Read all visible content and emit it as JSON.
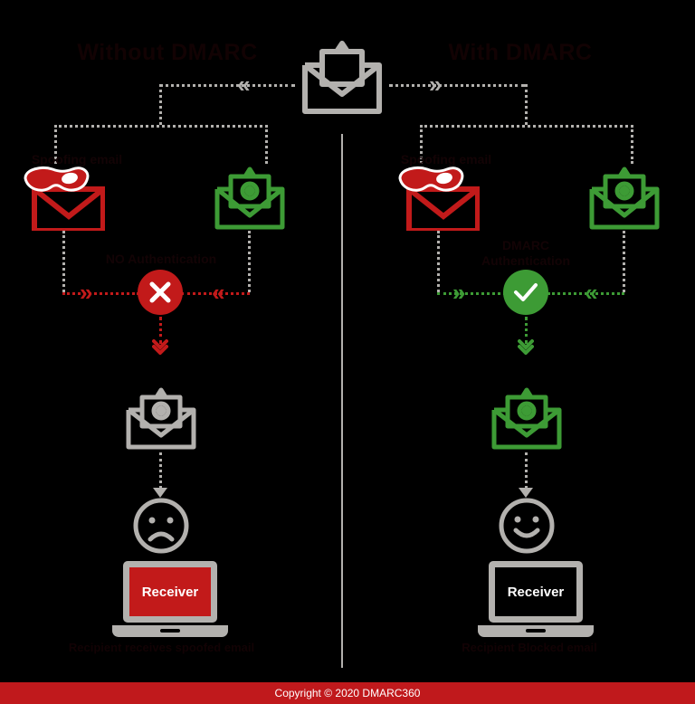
{
  "diagram": {
    "title_left": "Without DMARC",
    "title_right": "With DMARC",
    "left": {
      "spoof_label": "Spoofing email",
      "gate_label": "NO Authentication",
      "caption": "Recipient receives spoofed email",
      "receiver_label": "Receiver",
      "gate_icon": "cross-circle-icon",
      "face_icon": "sad-face-icon",
      "spoof_icon": "masked-envelope-icon",
      "legit_icon": "green-email-icon",
      "mid_icon": "gray-email-icon",
      "arrow_in": "»",
      "arrow_out": "«"
    },
    "right": {
      "spoof_label": "Spoofing email",
      "gate_label_line1": "DMARC",
      "gate_label_line2": "Authentication",
      "caption": "Recipient Blocked email",
      "receiver_label": "Receiver",
      "gate_icon": "check-circle-icon",
      "face_icon": "happy-face-icon",
      "spoof_icon": "masked-envelope-icon",
      "legit_icon": "green-email-icon",
      "mid_icon": "gray-email-icon",
      "arrow_in": "»",
      "arrow_out": "«"
    },
    "top_envelope_icon": "gray-open-envelope-icon",
    "arrow_to_left": "«",
    "arrow_to_right": "»"
  },
  "footer": {
    "copyright": "Copyright © 2020 DMARC360"
  },
  "colors": {
    "red": "#c21a1a",
    "green": "#3d9b35",
    "gray": "#b3b1ae",
    "footer_red": "#c0191c",
    "background": "#000000"
  }
}
